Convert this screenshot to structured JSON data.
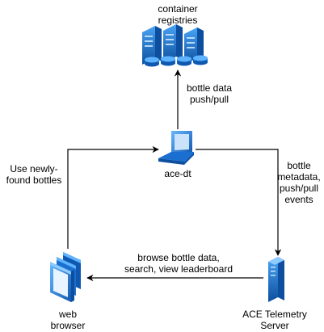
{
  "nodes": {
    "registries": {
      "label": [
        "container",
        "registries"
      ],
      "icon": "server-rack-icon"
    },
    "ace_dt": {
      "label": "ace-dt",
      "icon": "laptop-icon"
    },
    "browser": {
      "label": [
        "web",
        "browser"
      ],
      "icon": "browser-windows-icon"
    },
    "telemetry": {
      "label": [
        "ACE Telemetry",
        "Server"
      ],
      "icon": "server-tower-icon"
    }
  },
  "edges": {
    "ace_to_registries": [
      "bottle data",
      "push/pull"
    ],
    "ace_to_telemetry": [
      "bottle",
      "metadata,",
      "push/pull",
      "events"
    ],
    "telemetry_to_browser": [
      "browse bottle data,",
      "search, view leaderboard"
    ],
    "browser_to_ace": [
      "Use newly-",
      "found bottles"
    ]
  },
  "colors": {
    "icon_fill": "#1f7fe0",
    "icon_light": "#5db3ff",
    "icon_dark": "#0d4f9e",
    "line": "#000000"
  }
}
